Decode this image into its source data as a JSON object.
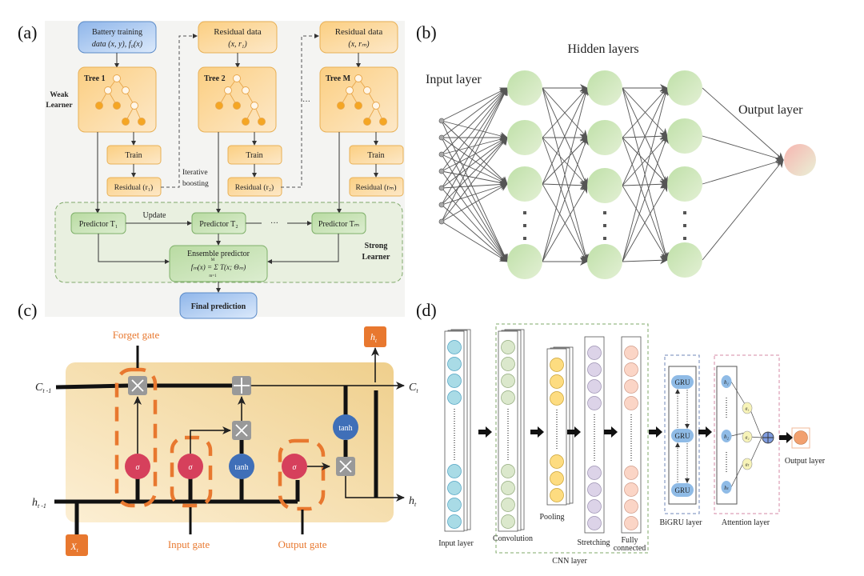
{
  "panels": {
    "a": {
      "label": "(a)",
      "input_box": {
        "line1": "Battery training",
        "line2": "data (x, y),  f₀(x)"
      },
      "residual_data": [
        {
          "title": "Residual data",
          "sub": "(x, r₁)"
        },
        {
          "title": "Residual data",
          "sub": "(x, rₘ)"
        }
      ],
      "trees": [
        "Tree 1",
        "Tree 2",
        "Tree M"
      ],
      "train_label": "Train",
      "residuals": [
        "Residual (r₁)",
        "Residual (r₂)",
        "Residual (rₘ)"
      ],
      "weak_learner": [
        "Weak",
        "Learner"
      ],
      "iterative": [
        "Iterative",
        "boosting"
      ],
      "ellipsis": "···",
      "predictors": [
        "Predictor T₁",
        "Predictor T₂",
        "Predictor Tₘ"
      ],
      "update_label": "Update",
      "ensemble": {
        "title": "Ensemble predictor",
        "formula": "fₘ(x) = Σ T(x; Θₘ)",
        "sum_top": "M",
        "sum_bottom": "m=1"
      },
      "strong_learner": [
        "Strong",
        "Learner"
      ],
      "final": "Final prediction"
    },
    "b": {
      "label": "(b)",
      "hidden_title": "Hidden layers",
      "input_title": "Input layer",
      "output_title": "Output layer",
      "input_nodes": 7,
      "hidden_columns": 3,
      "nodes_per_hidden_column_shown": 4
    },
    "c": {
      "label": "(c)",
      "forget_gate": "Forget gate",
      "input_gate": "Input gate",
      "output_gate": "Output gate",
      "c_prev": "C",
      "c_prev_sub": "t -1",
      "c_next": "C",
      "c_next_sub": "t",
      "h_prev": "h",
      "h_prev_sub": "t -1",
      "h_next": "h",
      "h_next_sub": "t",
      "h_out": "h",
      "h_out_sub": "t",
      "x_in": "X",
      "x_in_sub": "t",
      "sigma": "σ",
      "tanh": "tanh",
      "mult": "×",
      "add": "+"
    },
    "d": {
      "label": "(d)",
      "input_layer": "Input layer",
      "convolution": "Convolution",
      "pooling": "Pooling",
      "stretching": "Stretching",
      "fully_connected": [
        "Fully",
        "connected"
      ],
      "cnn_layer": "CNN layer",
      "bigru_layer": "BiGRU layer",
      "gru": "GRU",
      "attention_layer": "Attention layer",
      "h_labels": [
        "h₁",
        "h₂",
        "hₜ"
      ],
      "a_labels": [
        "a₁",
        "a₂",
        "aₜ"
      ],
      "output_layer": "Output layer",
      "vdots": "⋮"
    }
  },
  "colors": {
    "blue_box": "#a9c8ef",
    "orange_box": "#fcd9a0",
    "green_box": "#c7e3b5",
    "strong_bg": "#eaf1e2",
    "node_green": "#cfe6b8",
    "node_red": "#f3c0b6",
    "lstm_bg": "#f6dca7",
    "sigma_red": "#d6405c",
    "tanh_blue": "#3f6fb8",
    "gate_orange": "#e8782f",
    "op_gray": "#999999",
    "d_blue": "#a9dbe6",
    "d_green": "#dbe8cc",
    "d_yellow": "#fddc80",
    "d_purple": "#dcd3e8",
    "d_pink": "#fbd5c6",
    "gru_blue": "#8fbbe6",
    "output_orange": "#f2a06e"
  }
}
